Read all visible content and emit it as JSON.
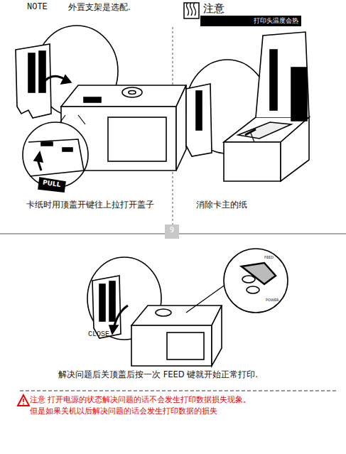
{
  "diagram": {
    "nodes": [
      {
        "text": [
          "注意",
          "打印头温度会热"
        ]
      }
    ],
    "labels": [
      "NOTE",
      "外置支架是选配.",
      "PULL",
      "卡纸时用顶盖开键往上拉打开盖子",
      "消除卡主的纸",
      "9",
      "CLOSE",
      "FEED",
      "POWER",
      "解决问题后关顶盖后按一次 FEED 键就开始正常打印.",
      "注意 打开电源的状态解决问题的话不会发生打印数据损失现象。",
      "但是如果关机以后解决问题的话会发生打印数据的损失"
    ]
  }
}
